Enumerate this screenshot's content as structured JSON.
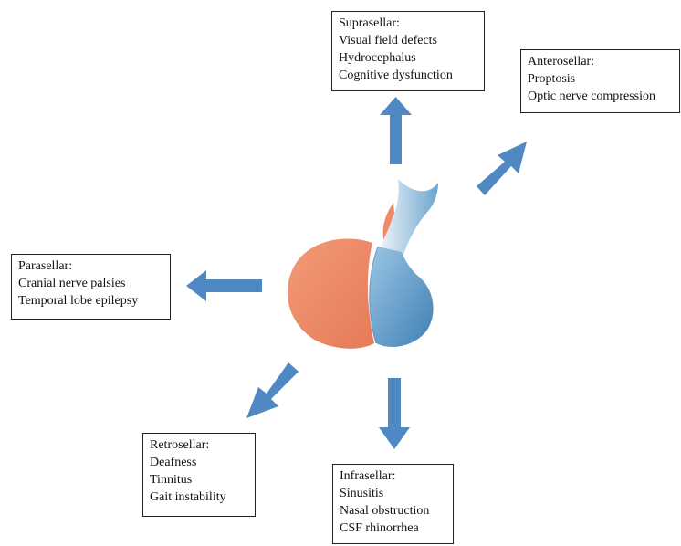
{
  "boxes": {
    "suprasellar": {
      "title": "Suprasellar:",
      "items": [
        "Visual field defects",
        "Hydrocephalus",
        "Cognitive dysfunction"
      ]
    },
    "anterosellar": {
      "title": "Anterosellar:",
      "items": [
        "Proptosis",
        "Optic nerve compression"
      ]
    },
    "parasellar": {
      "title": "Parasellar:",
      "items": [
        "Cranial nerve palsies",
        "Temporal lobe epilepsy"
      ]
    },
    "retrosellar": {
      "title": "Retrosellar:",
      "items": [
        "Deafness",
        "Tinnitus",
        "Gait instability"
      ]
    },
    "infrasellar": {
      "title": "Infrasellar:",
      "items": [
        "Sinusitis",
        "Nasal obstruction",
        "CSF rhinorrhea"
      ]
    }
  },
  "colors": {
    "arrow": "#4F88C2",
    "anterior_lobe": "#EE8A68",
    "posterior_lobe": "#6FA6CE",
    "stalk": "#5B97C6"
  }
}
